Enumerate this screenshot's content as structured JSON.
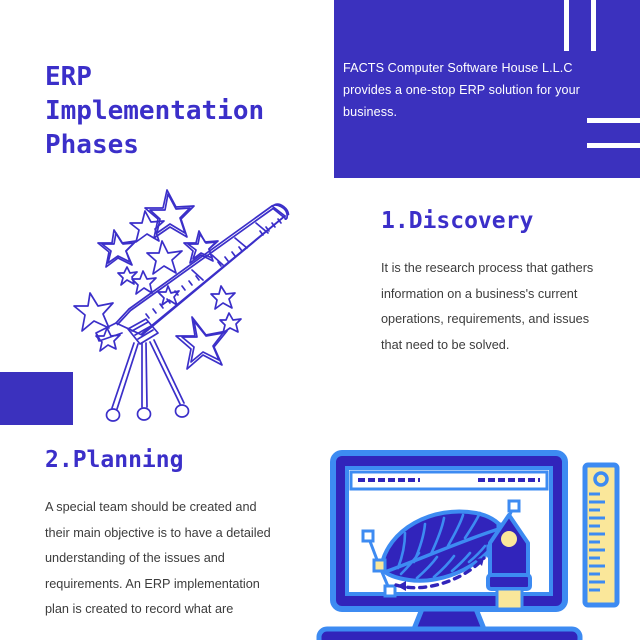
{
  "poster": {
    "title_lines": [
      "ERP",
      "Implementation",
      "Phases"
    ],
    "header_blurb": "FACTS Computer Software House L.L.C provides a one-stop ERP solution for your business.",
    "accent_color": "#3b31be",
    "heading_color": "#3b2fc9",
    "body_color": "#3c3c3c",
    "background_color": "#ffffff",
    "illustration_yellow": "#fae79a",
    "illustration_blue_light": "#3d8bf2",
    "illustration_blue_dark": "#3124bb"
  },
  "sections": [
    {
      "heading": "1.Discovery",
      "body": "It is the research process that gathers information on a business's current operations, requirements, and issues that need to be solved."
    },
    {
      "heading": "2.Planning",
      "body": " A special team should be created and their main objective is to have a detailed understanding of the issues and requirements. An ERP implementation plan is created to record what are"
    }
  ],
  "illustrations": {
    "telescope": "telescope-with-stars-sketch",
    "monitor": "desktop-monitor-vector-design-with-leaf-pen-tool-and-ruler"
  }
}
